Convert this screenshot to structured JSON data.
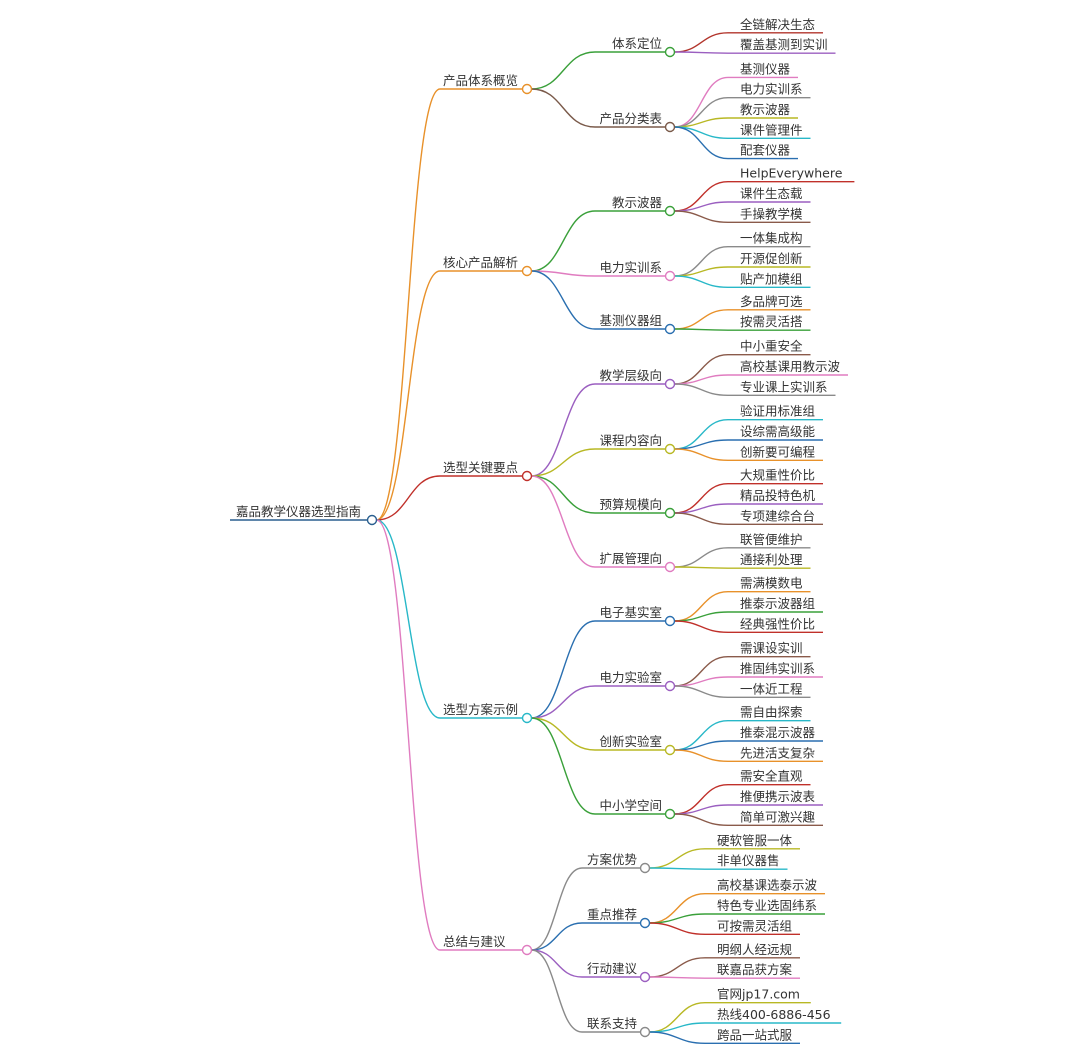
{
  "root": {
    "label": "嘉品教学仪器选型指南",
    "color": "#2a5f8f",
    "branches": [
      {
        "label": "产品体系概览",
        "color": "#e8912a",
        "children": [
          {
            "label": "体系定位",
            "color": "#3aa03a",
            "children": [
              {
                "label": "全链解决生态",
                "color": "#b2352c"
              },
              {
                "label": "覆盖基测到实训",
                "color": "#9b5fc0"
              }
            ]
          },
          {
            "label": "产品分类表",
            "color": "#7a5a4a",
            "children": [
              {
                "label": "基测仪器",
                "color": "#e07cc0"
              },
              {
                "label": "电力实训系",
                "color": "#8a8a8a"
              },
              {
                "label": "教示波器",
                "color": "#b8b824"
              },
              {
                "label": "课件管理件",
                "color": "#28b8c8"
              },
              {
                "label": "配套仪器",
                "color": "#2a6fb0"
              }
            ]
          }
        ]
      },
      {
        "label": "核心产品解析",
        "color": "#e8912a",
        "children": [
          {
            "label": "教示波器",
            "color": "#3aa03a",
            "children": [
              {
                "label": "HelpEverywhere",
                "color": "#c0302a"
              },
              {
                "label": "课件生态载",
                "color": "#9b5fc0"
              },
              {
                "label": "手操教学模",
                "color": "#8a5a4a"
              }
            ]
          },
          {
            "label": "电力实训系",
            "color": "#e07cc0",
            "children": [
              {
                "label": "一体集成构",
                "color": "#8a8a8a"
              },
              {
                "label": "开源促创新",
                "color": "#b8b824"
              },
              {
                "label": "贴产加模组",
                "color": "#28b8c8"
              }
            ]
          },
          {
            "label": "基测仪器组",
            "color": "#2a6fb0",
            "children": [
              {
                "label": "多品牌可选",
                "color": "#e8912a"
              },
              {
                "label": "按需灵活搭",
                "color": "#3aa03a"
              }
            ]
          }
        ]
      },
      {
        "label": "选型关键要点",
        "color": "#c0302a",
        "children": [
          {
            "label": "教学层级向",
            "color": "#9b5fc0",
            "children": [
              {
                "label": "中小重安全",
                "color": "#8a5a4a"
              },
              {
                "label": "高校基课用教示波",
                "color": "#e07cc0"
              },
              {
                "label": "专业课上实训系",
                "color": "#8a8a8a"
              }
            ]
          },
          {
            "label": "课程内容向",
            "color": "#b8b824",
            "children": [
              {
                "label": "验证用标准组",
                "color": "#28b8c8"
              },
              {
                "label": "设综需高级能",
                "color": "#2a6fb0"
              },
              {
                "label": "创新要可编程",
                "color": "#e8912a"
              }
            ]
          },
          {
            "label": "预算规模向",
            "color": "#3aa03a",
            "children": [
              {
                "label": "大规重性价比",
                "color": "#c0302a"
              },
              {
                "label": "精品投特色机",
                "color": "#9b5fc0"
              },
              {
                "label": "专项建综合台",
                "color": "#8a5a4a"
              }
            ]
          },
          {
            "label": "扩展管理向",
            "color": "#e07cc0",
            "children": [
              {
                "label": "联管便维护",
                "color": "#8a8a8a"
              },
              {
                "label": "通接利处理",
                "color": "#b8b824"
              }
            ]
          }
        ]
      },
      {
        "label": "选型方案示例",
        "color": "#28b8c8",
        "children": [
          {
            "label": "电子基实室",
            "color": "#2a6fb0",
            "children": [
              {
                "label": "需满模数电",
                "color": "#e8912a"
              },
              {
                "label": "推泰示波器组",
                "color": "#3aa03a"
              },
              {
                "label": "经典强性价比",
                "color": "#c0302a"
              }
            ]
          },
          {
            "label": "电力实验室",
            "color": "#9b5fc0",
            "children": [
              {
                "label": "需课设实训",
                "color": "#8a5a4a"
              },
              {
                "label": "推固纬实训系",
                "color": "#e07cc0"
              },
              {
                "label": "一体近工程",
                "color": "#8a8a8a"
              }
            ]
          },
          {
            "label": "创新实验室",
            "color": "#b8b824",
            "children": [
              {
                "label": "需自由探索",
                "color": "#28b8c8"
              },
              {
                "label": "推泰混示波器",
                "color": "#2a6fb0"
              },
              {
                "label": "先进活支复杂",
                "color": "#e8912a"
              }
            ]
          },
          {
            "label": "中小学空间",
            "color": "#3aa03a",
            "children": [
              {
                "label": "需安全直观",
                "color": "#c0302a"
              },
              {
                "label": "推便携示波表",
                "color": "#9b5fc0"
              },
              {
                "label": "简单可激兴趣",
                "color": "#8a5a4a"
              }
            ]
          }
        ]
      },
      {
        "label": "总结与建议",
        "color": "#e07cc0",
        "children": [
          {
            "label": "方案优势",
            "color": "#8a8a8a",
            "children": [
              {
                "label": "硬软管服一体",
                "color": "#b8b824"
              },
              {
                "label": "非单仪器售",
                "color": "#28b8c8"
              }
            ]
          },
          {
            "label": "重点推荐",
            "color": "#2a6fb0",
            "children": [
              {
                "label": "高校基课选泰示波",
                "color": "#e8912a"
              },
              {
                "label": "特色专业选固纬系",
                "color": "#3aa03a"
              },
              {
                "label": "可按需灵活组",
                "color": "#c0302a"
              }
            ]
          },
          {
            "label": "行动建议",
            "color": "#9b5fc0",
            "children": [
              {
                "label": "明纲人经远规",
                "color": "#8a5a4a"
              },
              {
                "label": "联嘉品获方案",
                "color": "#e07cc0"
              }
            ]
          },
          {
            "label": "联系支持",
            "color": "#8a8a8a",
            "children": [
              {
                "label": "官网jp17.com",
                "color": "#b8b824"
              },
              {
                "label": "热线400-6886-456",
                "color": "#28b8c8"
              },
              {
                "label": "跨品一站式服",
                "color": "#2a6fb0"
              }
            ]
          }
        ]
      }
    ]
  }
}
